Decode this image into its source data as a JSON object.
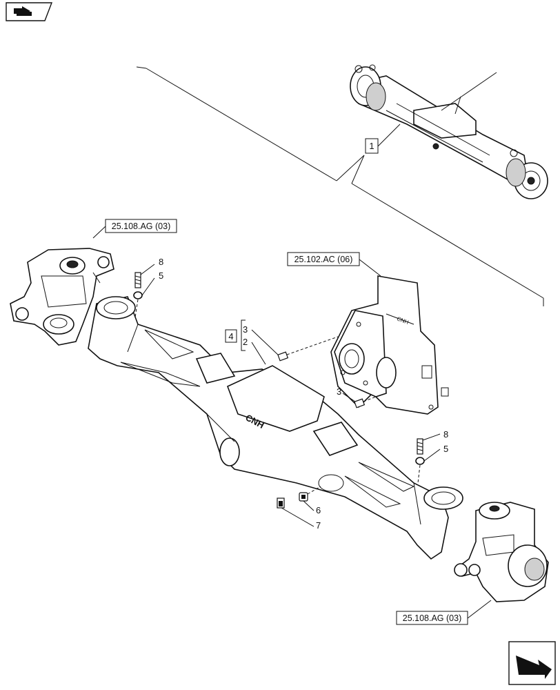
{
  "reference_boxes": {
    "top_left_knuckle": "25.108.AG (03)",
    "differential": "25.102.AC (06)",
    "bottom_right_knuckle": "25.108.AG (03)"
  },
  "callouts": {
    "assembly": "1",
    "kit": "4",
    "housing": "2",
    "pin_upper": "3",
    "pin_lower": "3",
    "stud_left": "8",
    "washer_left": "5",
    "stud_right": "8",
    "washer_right": "5",
    "plug": "6",
    "plug_screw": "7"
  },
  "logo_text": "CNH",
  "icons": {
    "top_left": "nav-back-icon",
    "bottom_right": "next-page-icon"
  }
}
